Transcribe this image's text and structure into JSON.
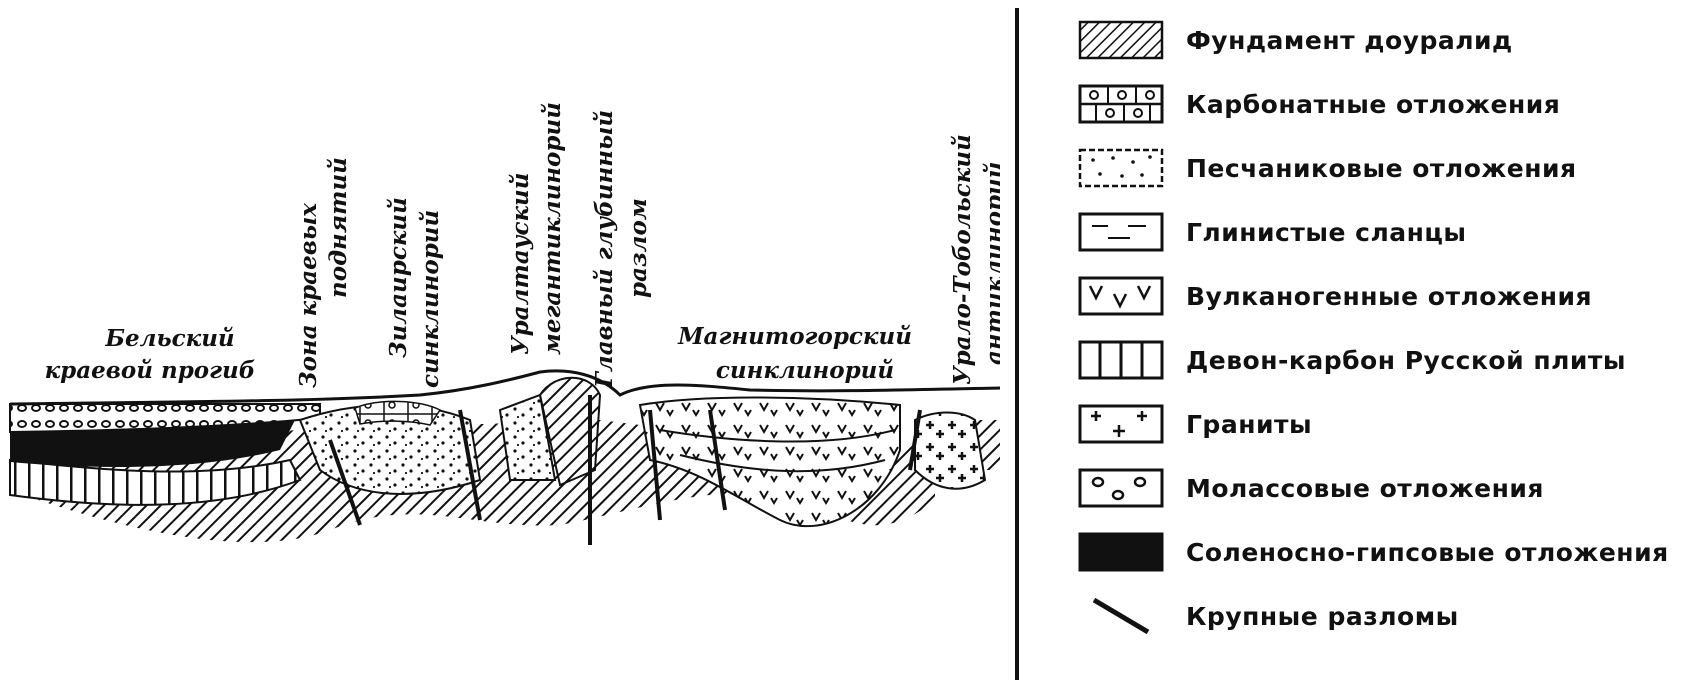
{
  "section": {
    "zones": [
      {
        "id": "belsky",
        "lines": [
          "Бельский",
          "краевой прогиб"
        ]
      },
      {
        "id": "kraevye",
        "lines": [
          "Зона краевых",
          "поднятий"
        ]
      },
      {
        "id": "zilair",
        "lines": [
          "Зилаирский",
          "синклинорий"
        ]
      },
      {
        "id": "uraltau",
        "lines": [
          "Уралтауский",
          "мегантиклинорий"
        ]
      },
      {
        "id": "razlom",
        "lines": [
          "Главный глубинный",
          "разлом"
        ]
      },
      {
        "id": "magnitogorsk",
        "lines": [
          "Магнитогорский",
          "синклинорий"
        ]
      },
      {
        "id": "uralo-tobol",
        "lines": [
          "Урало-Тобольский",
          "антиклинорий"
        ]
      }
    ]
  },
  "legend": {
    "items": [
      {
        "label": "Фундамент доуралид",
        "pattern": "hatch"
      },
      {
        "label": "Карбонатные отложения",
        "pattern": "carbonate"
      },
      {
        "label": "Песчаниковые отложения",
        "pattern": "sand"
      },
      {
        "label": "Глинистые сланцы",
        "pattern": "shale"
      },
      {
        "label": "Вулканогенные отложения",
        "pattern": "volcanic"
      },
      {
        "label": "Девон-карбон Русской плиты",
        "pattern": "devon"
      },
      {
        "label": "Граниты",
        "pattern": "granite"
      },
      {
        "label": "Молассовые отложения",
        "pattern": "molasse"
      },
      {
        "label": "Соленосно-гипсовые отложения",
        "pattern": "salt"
      },
      {
        "label": "Крупные разломы",
        "pattern": "fault"
      }
    ]
  }
}
